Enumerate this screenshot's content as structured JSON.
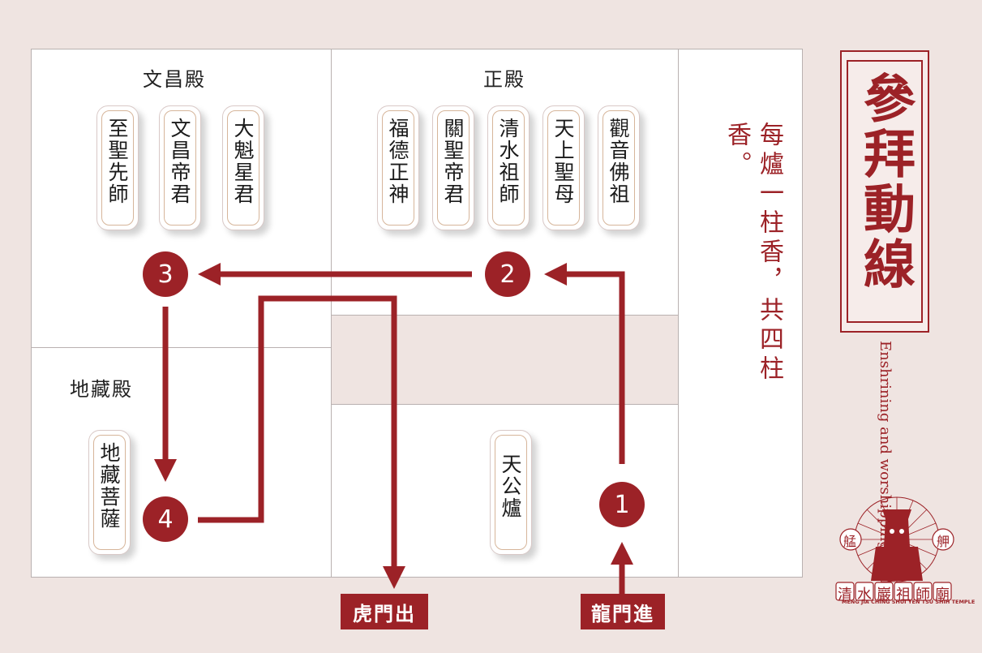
{
  "halls": {
    "wenchang": {
      "title": "文昌殿",
      "deities": [
        "至聖先師",
        "文昌帝君",
        "大魁星君"
      ]
    },
    "main": {
      "title": "正殿",
      "deities": [
        "福德正神",
        "關聖帝君",
        "清水祖師",
        "天上聖母",
        "觀音佛祖"
      ]
    },
    "dizang": {
      "title": "地藏殿",
      "deities": [
        "地藏菩薩"
      ]
    },
    "courtyard": {
      "deities": [
        "天公爐"
      ]
    }
  },
  "steps": [
    "1",
    "2",
    "3",
    "4"
  ],
  "gates": {
    "entrance": "龍門進",
    "exit": "虎門出"
  },
  "note": "每爐一柱香，共四柱香。",
  "sign": {
    "title": "參拜動線",
    "english": "Enshrining and worshipping path"
  },
  "logo": {
    "left_char": "艋",
    "right_char": "舺",
    "name_chars": [
      "清",
      "水",
      "巖",
      "祖",
      "師",
      "廟"
    ],
    "english": "MENG JIA CHING SHUI YEN TSU SHIH TEMPLE"
  },
  "colors": {
    "background": "#efe4e1",
    "accent": "#9c2227",
    "room": "#ffffff",
    "corridor": "#efe4e1"
  }
}
